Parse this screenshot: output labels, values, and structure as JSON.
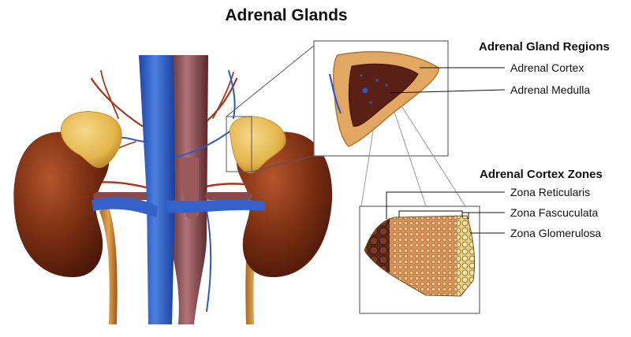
{
  "title": "Adrenal Glands",
  "regions": {
    "heading": "Adrenal Gland Regions",
    "items": [
      "Adrenal Cortex",
      "Adrenal Medulla"
    ]
  },
  "zones": {
    "heading": "Adrenal Cortex Zones",
    "items": [
      "Zona Reticularis",
      "Zona Fascuculata",
      "Zona Glomerulosa"
    ]
  },
  "colors": {
    "vein": "#3561c8",
    "artery": "#8a4a4c",
    "kidney": "#7a2e12",
    "gland": "#e3b54a",
    "ureter": "#c8842c",
    "medulla": "#5a2016",
    "vessel_red": "#a3361f"
  }
}
